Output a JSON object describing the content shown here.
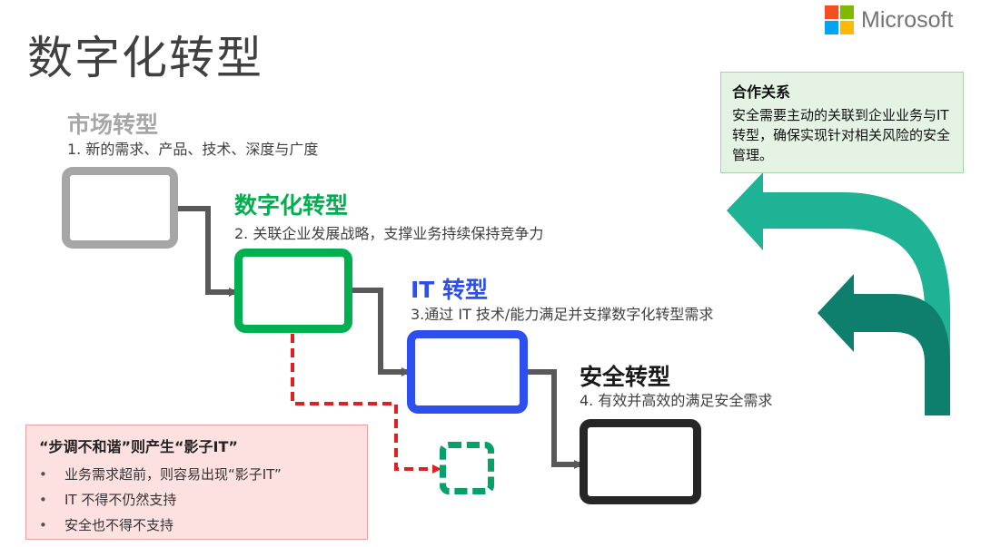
{
  "title": "数字化转型",
  "logo": {
    "text": "Microsoft",
    "colors": [
      "#f25022",
      "#7fba00",
      "#00a4ef",
      "#ffb900"
    ]
  },
  "stages": [
    {
      "title": "市场转型",
      "desc": "1. 新的需求、产品、技术、深度与广度",
      "color": "#a6a6a6"
    },
    {
      "title": "数字化转型",
      "desc": "2. 关联企业发展战略，支撑业务持续保持竞争力",
      "color": "#00b050"
    },
    {
      "title": "IT 转型",
      "desc": "3.通过 IT 技术/能力满足并支撑数字化转型需求",
      "color": "#2e4ff0"
    },
    {
      "title": "安全转型",
      "desc": "4. 有效并高效的满足安全需求",
      "color": "#1a1a1a"
    }
  ],
  "partner": {
    "title": "合作关系",
    "body": "安全需要主动的关联到企业业务与IT转型，确保实现针对相关风险的安全管理。"
  },
  "warning": {
    "title": "“步调不和谐”则产生“影子IT”",
    "items": [
      "业务需求超前，则容易出现“影子IT”",
      "IT 不得不仍然支持",
      "安全也不得不支持"
    ]
  },
  "colors": {
    "connector": "#595959",
    "shadow_it": "#e02020",
    "arrow_light": "#1db394",
    "arrow_dark": "#0d7f6c"
  }
}
